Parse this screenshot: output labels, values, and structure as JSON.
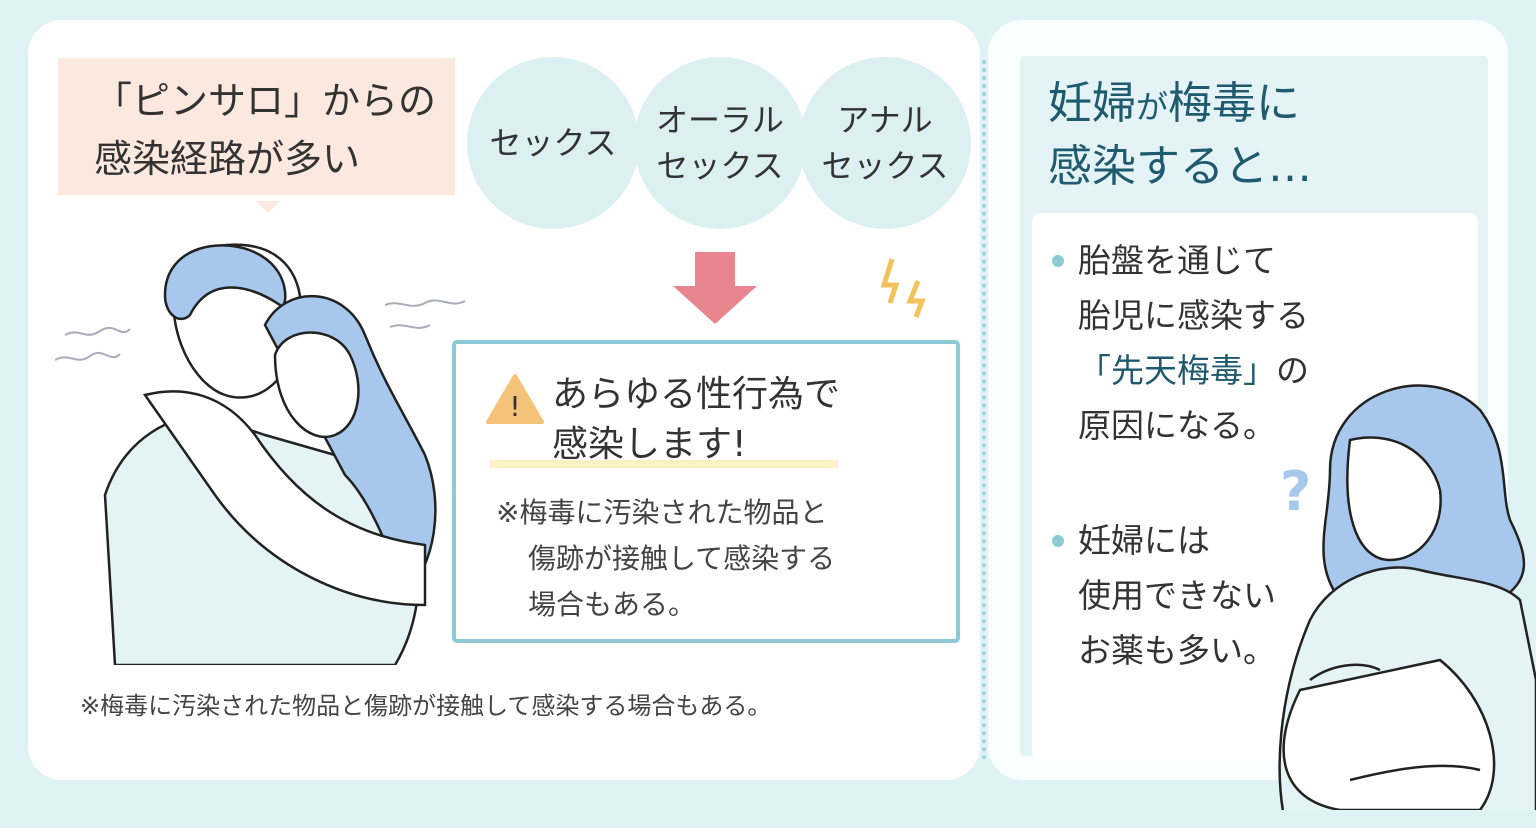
{
  "left": {
    "bubble": {
      "line1": "「ピンサロ」からの",
      "line2": "感染経路が多い"
    },
    "circles": [
      "セックス",
      "オーラル\nセックス",
      "アナル\nセックス"
    ],
    "warning": {
      "title1": "あらゆる性行為で",
      "title2": "感染します!",
      "icon": "!",
      "body": [
        "※梅毒に汚染された物品と",
        "傷跡が接触して感染する",
        "場合もある。"
      ]
    },
    "footnote": "※梅毒に汚染された物品と傷跡が接触して感染する場合もある。"
  },
  "right": {
    "title_a": "妊婦",
    "title_b": "が",
    "title_c": "梅毒に",
    "title_line2": "感染すると…",
    "bullet1": {
      "l1": "胎盤を通じて",
      "l2": "胎児に感染する",
      "l3_accent": "「先天梅毒」",
      "l3_rest": "の",
      "l4": "原因になる。"
    },
    "question_mark": "?",
    "bullet2": {
      "l1": "妊婦には",
      "l2": "使用できない",
      "l3": "お薬も多い。"
    }
  },
  "colors": {
    "bg": "#dff2f4",
    "accent": "#1f5a6e",
    "border": "#8ccbd6",
    "arrow": "#e8858f",
    "hair": "#a7c8ec"
  }
}
